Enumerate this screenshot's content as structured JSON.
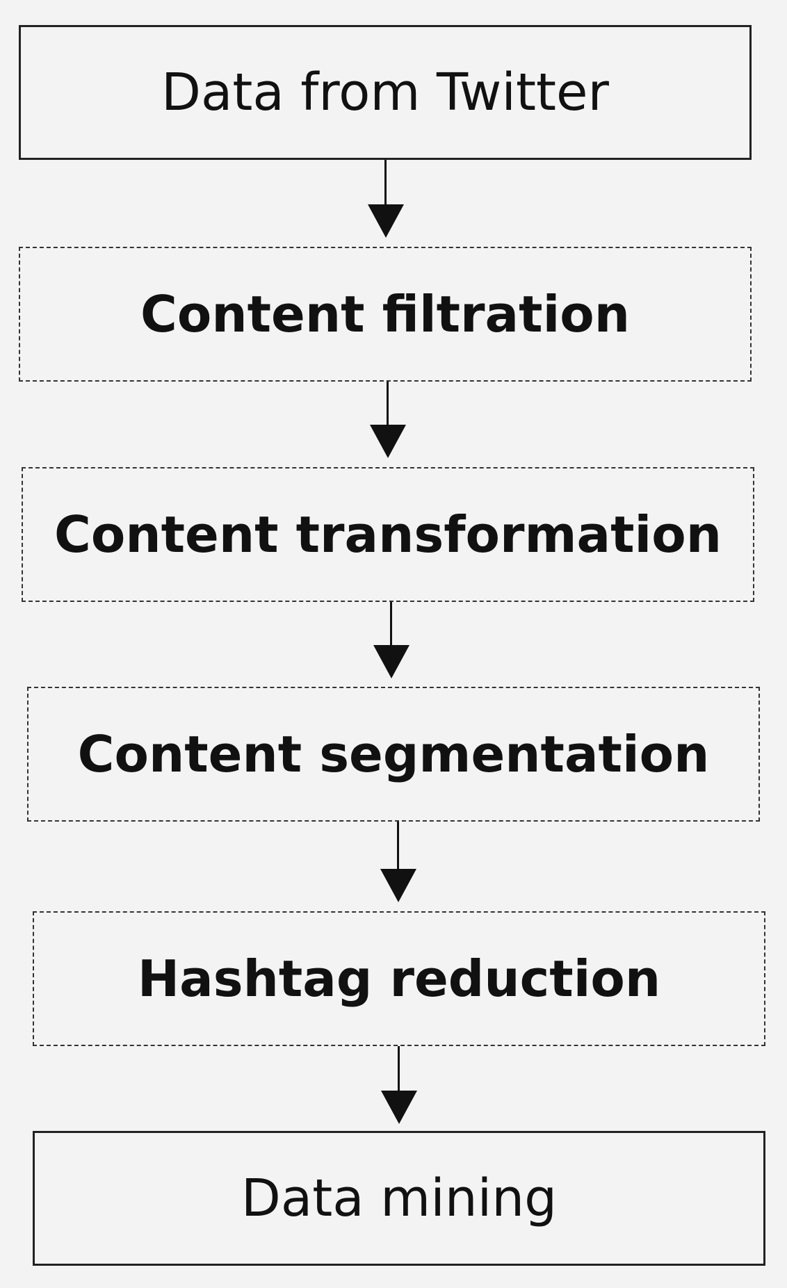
{
  "steps": [
    {
      "label": "Data from Twitter"
    },
    {
      "label": "Content filtration"
    },
    {
      "label": "Content transformation"
    },
    {
      "label": "Content segmentation"
    },
    {
      "label": "Hashtag reduction"
    },
    {
      "label": "Data mining"
    }
  ]
}
